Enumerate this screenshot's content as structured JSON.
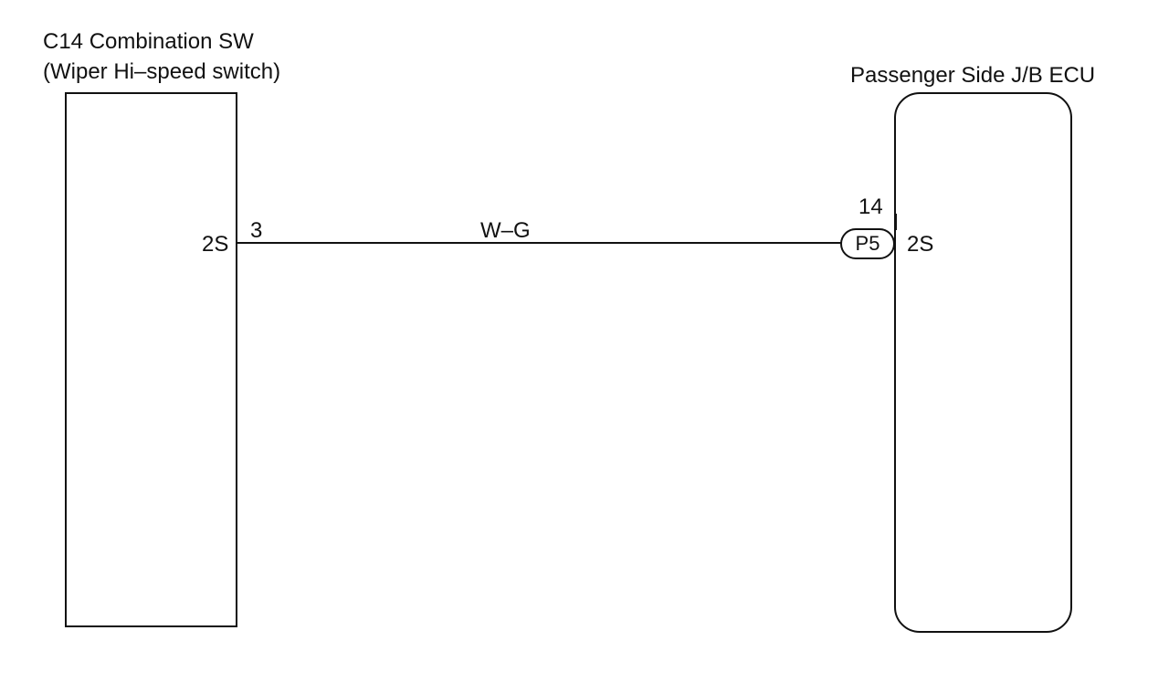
{
  "left_component": {
    "title_line1": "C14 Combination SW",
    "title_line2": "(Wiper Hi–speed switch)",
    "connector_label": "2S",
    "pin": "3"
  },
  "wire": {
    "color_code": "W–G"
  },
  "right_component": {
    "title": "Passenger Side J/B ECU",
    "pin": "14",
    "connector_id": "P5",
    "connector_label": "2S"
  }
}
